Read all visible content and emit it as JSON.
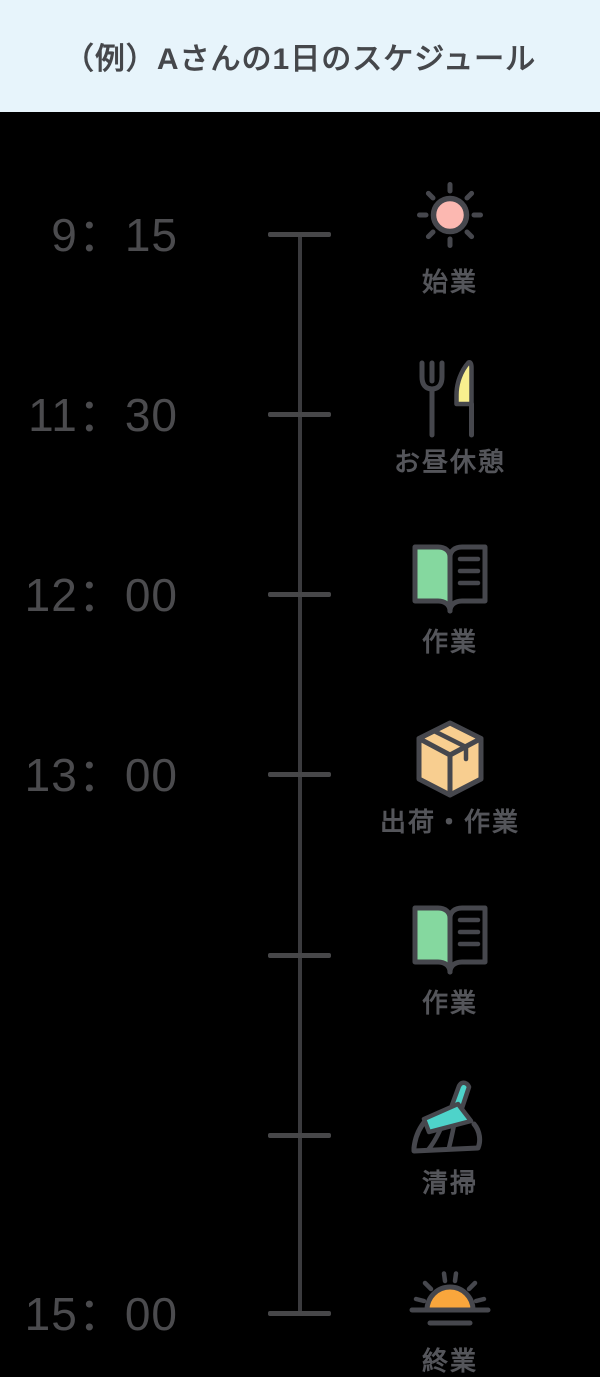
{
  "header": {
    "title": "（例）Aさんの1日のスケジュール"
  },
  "colors": {
    "header_bg": "#e7f4fb",
    "header_text": "#45474b",
    "body_bg": "#000000",
    "timeline_line": "#3b3b3e",
    "tick": "#474749",
    "time_text": "#4b4b4e",
    "label_text": "#54555a",
    "icon_outline": "#46474d",
    "sun_pink": "#fcb8b1",
    "knife_yellow": "#f8ef8e",
    "book_green": "#85d89f",
    "box_orange": "#f8ce90",
    "broom_teal": "#4ed3ca",
    "sunset_orange": "#f9a63c"
  },
  "timeline": {
    "rows": [
      {
        "time": "9：15",
        "icon": "sun-icon",
        "label": "始業"
      },
      {
        "time": "11：30",
        "icon": "fork-knife-icon",
        "label": "お昼休憩"
      },
      {
        "time": "12：00",
        "icon": "open-book-icon",
        "label": "作業"
      },
      {
        "time": "13：00",
        "icon": "package-box-icon",
        "label": "出荷・作業"
      },
      {
        "time": "",
        "icon": "open-book-icon",
        "label": "作業"
      },
      {
        "time": "",
        "icon": "broom-icon",
        "label": "清掃"
      },
      {
        "time": "15：00",
        "icon": "sunset-icon",
        "label": "終業"
      }
    ]
  }
}
